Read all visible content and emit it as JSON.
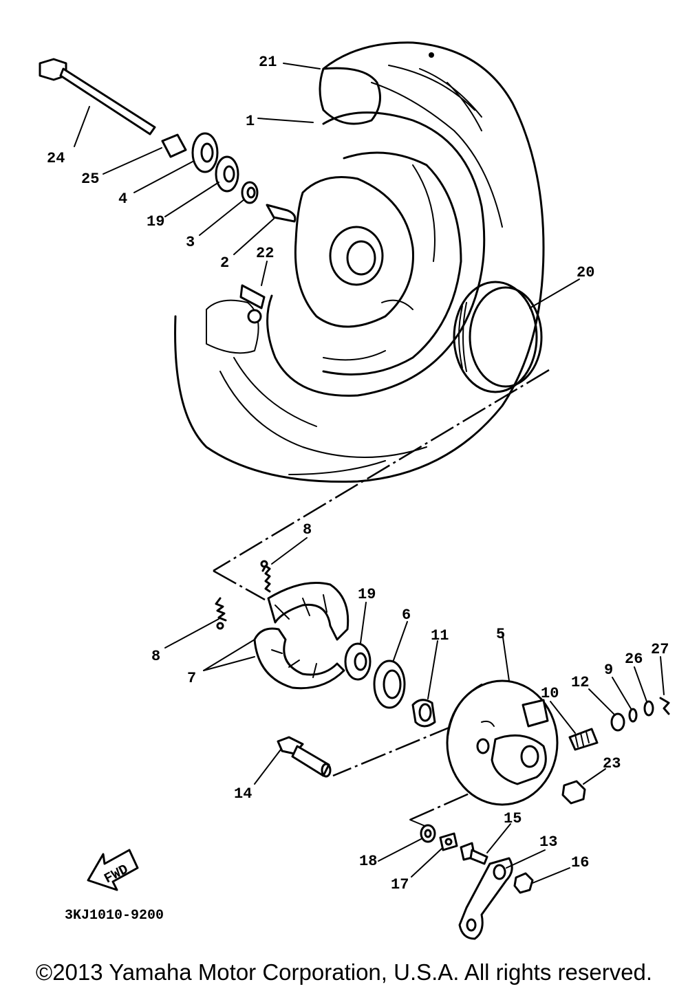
{
  "diagram": {
    "labels": {
      "p1": "1",
      "p2": "2",
      "p3": "3",
      "p4": "4",
      "p5": "5",
      "p6": "6",
      "p7": "7",
      "p8a": "8",
      "p8b": "8",
      "p9": "9",
      "p10": "10",
      "p11": "11",
      "p12": "12",
      "p13": "13",
      "p14": "14",
      "p15": "15",
      "p16": "16",
      "p17": "17",
      "p18": "18",
      "p19a": "19",
      "p19b": "19",
      "p20": "20",
      "p21": "21",
      "p22": "22",
      "p23": "23",
      "p24": "24",
      "p25": "25",
      "p26": "26",
      "p27": "27"
    },
    "fwd": "FWD",
    "part_code": "3KJ1010-9200"
  },
  "footer": {
    "copyright": "©2013 Yamaha Motor Corporation, U.S.A. All rights reserved."
  }
}
